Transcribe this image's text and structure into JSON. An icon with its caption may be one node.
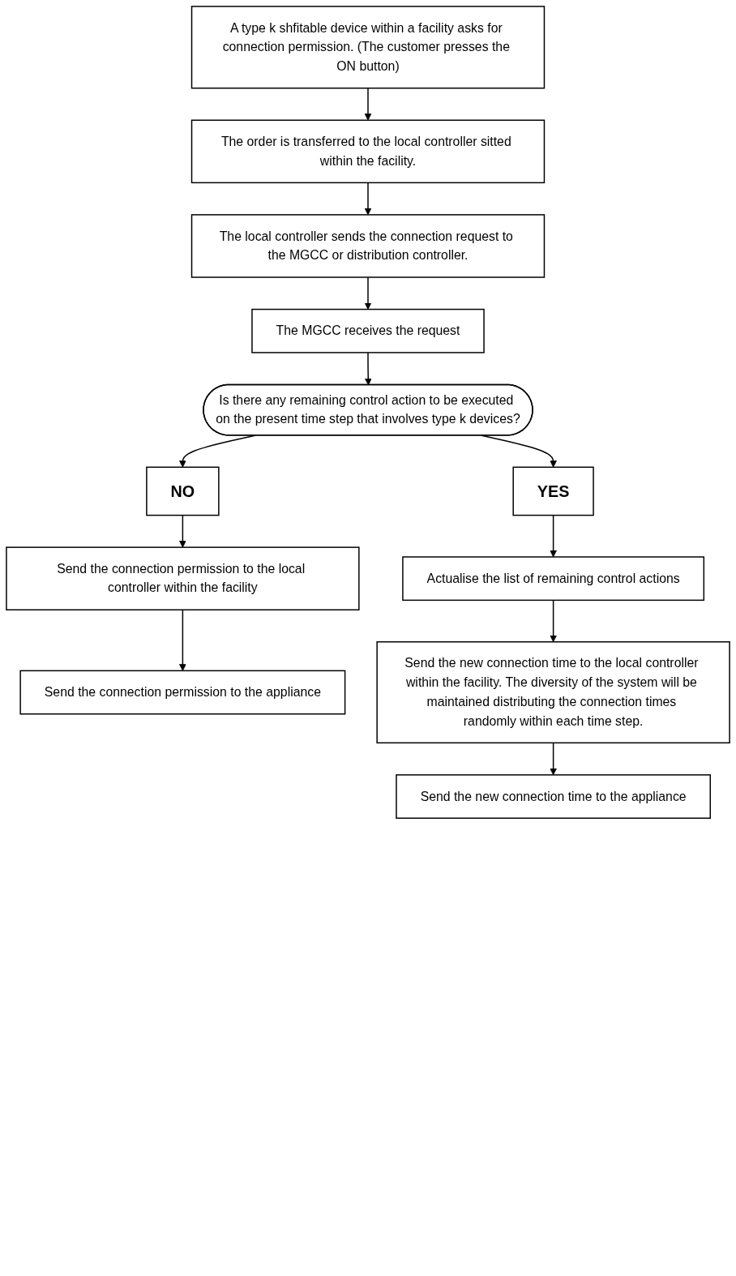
{
  "diagram": {
    "nodes": [
      {
        "text": [
          "A type k shfitable device within a facility asks for connection permission. (The customer presses the ON button)"
        ]
      },
      {
        "text": [
          "The order is transferred to the local controller sitted within the facility."
        ]
      },
      {
        "text": [
          "The local controller sends the connection request to the MGCC or distribution controller."
        ]
      },
      {
        "text": [
          "The MGCC receives the request"
        ]
      },
      {
        "text": [
          "Is there any remaining control action to be executed on the present time step that involves type k devices?"
        ]
      },
      {
        "text": [
          "NO"
        ]
      },
      {
        "text": [
          "Send the connection permission to the local controller within the facility"
        ]
      },
      {
        "text": [
          "Send the connection permission to the appliance"
        ]
      },
      {
        "text": [
          "YES"
        ]
      },
      {
        "text": [
          "Actualise the list of remaining control actions"
        ]
      },
      {
        "text": [
          "Send the new connection time to the local controller within the facility. The diversity of the system will be maintained distributing the connection times randomly within each time step."
        ]
      },
      {
        "text": [
          "Send the new connection time to the appliance"
        ]
      }
    ],
    "edges": [
      {
        "from": 0,
        "to": 1,
        "arrow": "to"
      },
      {
        "from": 1,
        "to": 2,
        "arrow": "to"
      },
      {
        "from": 2,
        "to": 3,
        "arrow": "to"
      },
      {
        "from": 3,
        "to": 4,
        "arrow": "to"
      },
      {
        "from": 4,
        "to": 5,
        "arrow": "to"
      },
      {
        "from": 5,
        "to": 6,
        "arrow": "to"
      },
      {
        "from": 6,
        "to": 7,
        "arrow": "to"
      },
      {
        "from": 4,
        "to": 8,
        "arrow": "to"
      },
      {
        "from": 8,
        "to": 9,
        "arrow": "to"
      },
      {
        "from": 9,
        "to": 10,
        "arrow": "to"
      },
      {
        "from": 10,
        "to": 11,
        "arrow": "to"
      }
    ]
  }
}
